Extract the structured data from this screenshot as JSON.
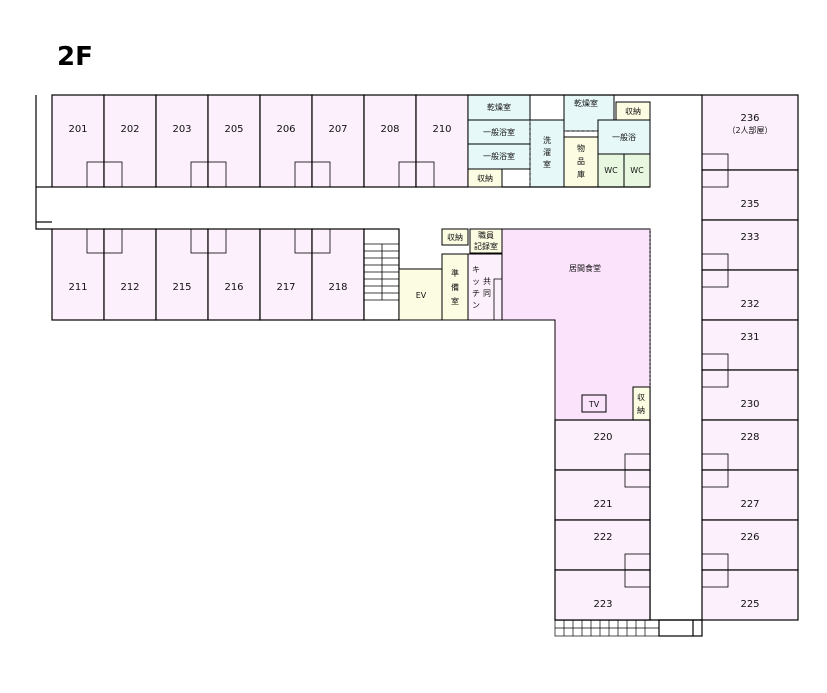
{
  "floor": {
    "title": "2F"
  },
  "colors": {
    "guest_room": "#fcf0fc",
    "dining": "#fce3fc",
    "bath": "#e6f8f8",
    "storage": "#fcfce3",
    "wc": "#e8f8e0",
    "line": "#000000"
  },
  "rooms": {
    "r201": "201",
    "r202": "202",
    "r203": "203",
    "r205": "205",
    "r206": "206",
    "r207": "207",
    "r208": "208",
    "r210": "210",
    "r211": "211",
    "r212": "212",
    "r215": "215",
    "r216": "216",
    "r217": "217",
    "r218": "218",
    "r220": "220",
    "r221": "221",
    "r222": "222",
    "r223": "223",
    "r225": "225",
    "r226": "226",
    "r227": "227",
    "r228": "228",
    "r230": "230",
    "r231": "231",
    "r232": "232",
    "r233": "233",
    "r235": "235",
    "r236": "236",
    "r236_note": "（2人部屋）"
  },
  "facilities": {
    "drying_room_1": "乾燥室",
    "drying_room_2": "乾燥室",
    "bath_1": "一般浴室",
    "bath_2": "一般浴室",
    "storage_1": "収納",
    "laundry": [
      "洗",
      "濯",
      "室"
    ],
    "goods_storage": [
      "物",
      "品",
      "庫"
    ],
    "storage_2": "収納",
    "bath_3": "一般浴",
    "wc_1": "WC",
    "wc_2": "WC",
    "storage_3": "収納",
    "staff_record": [
      "職員",
      "記録室"
    ],
    "elevator": "EV",
    "prep_room": [
      "準",
      "備",
      "室"
    ],
    "kitchen": [
      "キ",
      "ッ",
      "チ",
      "ン"
    ],
    "shared": [
      "共",
      "同"
    ],
    "dining": "居間食堂",
    "tv": "TV",
    "storage_4": [
      "収",
      "納"
    ]
  }
}
